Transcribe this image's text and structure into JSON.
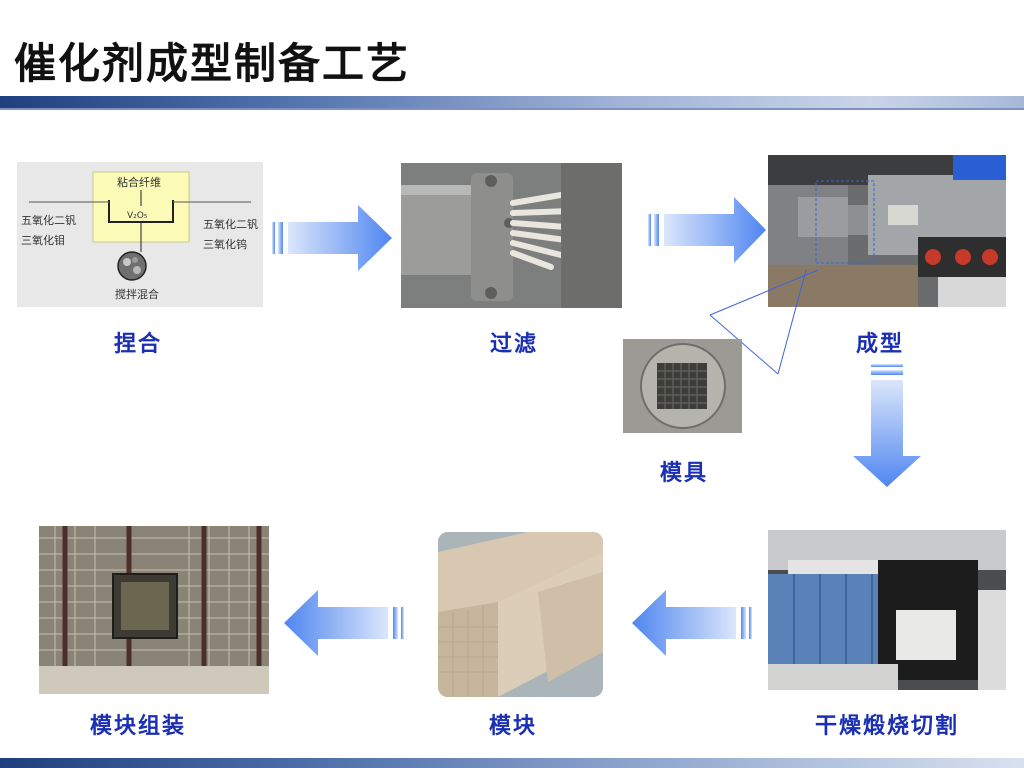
{
  "slide": {
    "title": "催化剂成型制备工艺"
  },
  "steps": {
    "kneading": {
      "caption": "捏合",
      "diagram": {
        "top_label": "粘合纤维",
        "center_label": "V₂O₅",
        "left_line1": "五氧化二钒",
        "left_line2": "三氧化钼",
        "right_line1": "五氧化二钒",
        "right_line2": "三氧化钨",
        "bottom_label": "搅拌混合"
      }
    },
    "filtering": {
      "caption": "过滤"
    },
    "forming": {
      "caption": "成型"
    },
    "mold": {
      "caption": "模具"
    },
    "drying": {
      "caption": "干燥煅烧切割"
    },
    "module": {
      "caption": "模块"
    },
    "assembly": {
      "caption": "模块组装"
    }
  },
  "colors": {
    "caption": "#1a2fb3",
    "arrow_light": "#dbe6fb",
    "arrow_dark": "#4f86f0"
  },
  "icons": [
    "arrow-right-icon",
    "arrow-down-icon",
    "arrow-left-icon"
  ]
}
